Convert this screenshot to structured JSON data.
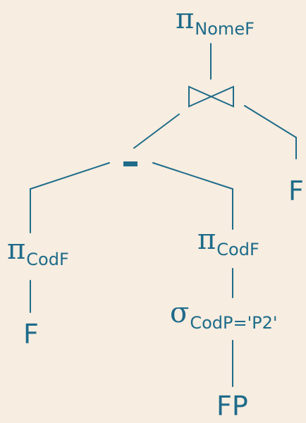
{
  "diagram": {
    "colors": {
      "background": "#f7ede0",
      "ink": "#1e6b8a"
    },
    "nodes": {
      "root_projection": {
        "operator": "π",
        "subscript": "NomeF"
      },
      "join": {
        "operator": "⋈",
        "icon": "bowtie-join-icon"
      },
      "difference": {
        "operator": "-",
        "icon": "minus-icon"
      },
      "relation_f_right": {
        "label": "F"
      },
      "left_projection": {
        "operator": "π",
        "subscript": "CodF"
      },
      "right_projection": {
        "operator": "π",
        "subscript": "CodF"
      },
      "relation_f_left": {
        "label": "F"
      },
      "selection": {
        "operator": "σ",
        "subscript": "CodP='P2'"
      },
      "relation_fp": {
        "label": "FP"
      }
    }
  }
}
